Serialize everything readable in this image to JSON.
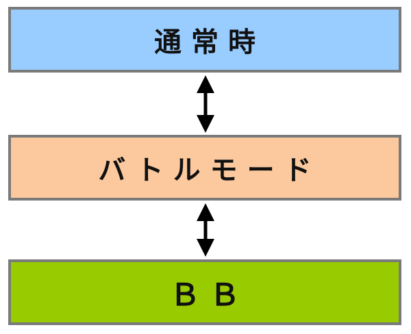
{
  "nodes": [
    {
      "id": "normal",
      "label": "通常時",
      "color": "#99ccff"
    },
    {
      "id": "battle",
      "label": "バトルモード",
      "color": "#fcc99e"
    },
    {
      "id": "bb",
      "label": "ＢＢ",
      "color": "#99cc00"
    }
  ],
  "edges": [
    {
      "from": "normal",
      "to": "battle",
      "direction": "both"
    },
    {
      "from": "battle",
      "to": "bb",
      "direction": "both"
    }
  ]
}
